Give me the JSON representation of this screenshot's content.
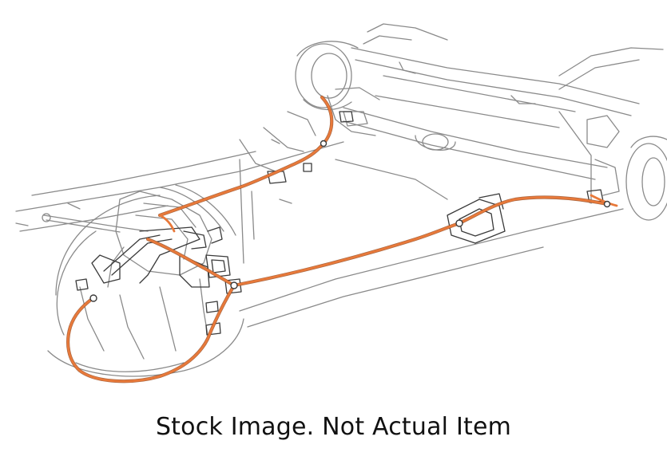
{
  "caption": "Stock Image. Not Actual Item",
  "colors": {
    "line_art": "#8a8a8a",
    "line_art_dark": "#3a3a3a",
    "cable": "#e8793a",
    "cable_shadow": "#9b4e22",
    "background": "#ffffff"
  },
  "diagram": {
    "subject": "parking-brake-cable-routing",
    "parts": [
      "front-parking-brake-cable",
      "intermediate-cable",
      "rear-left-cable",
      "rear-right-cable",
      "equalizer",
      "cable-clips"
    ]
  }
}
